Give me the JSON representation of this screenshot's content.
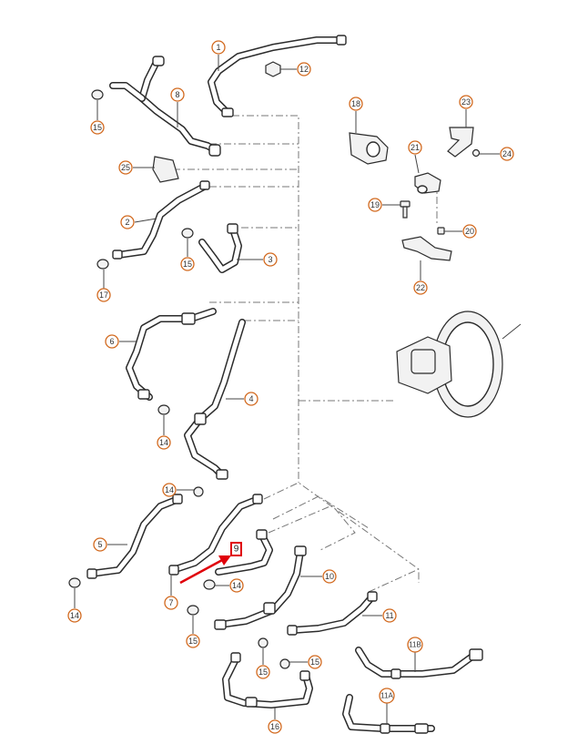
{
  "diagram": {
    "callouts": [
      {
        "id": "c1",
        "label": "1"
      },
      {
        "id": "c12",
        "label": "12"
      },
      {
        "id": "c8",
        "label": "8"
      },
      {
        "id": "c15a",
        "label": "15"
      },
      {
        "id": "c25",
        "label": "25"
      },
      {
        "id": "c2",
        "label": "2"
      },
      {
        "id": "c15b",
        "label": "15"
      },
      {
        "id": "c3",
        "label": "3"
      },
      {
        "id": "c17",
        "label": "17"
      },
      {
        "id": "c18",
        "label": "18"
      },
      {
        "id": "c23",
        "label": "23"
      },
      {
        "id": "c21",
        "label": "21"
      },
      {
        "id": "c24",
        "label": "24"
      },
      {
        "id": "c19",
        "label": "19"
      },
      {
        "id": "c20",
        "label": "20"
      },
      {
        "id": "c22",
        "label": "22"
      },
      {
        "id": "c6",
        "label": "6"
      },
      {
        "id": "c4",
        "label": "4"
      },
      {
        "id": "c14a",
        "label": "14"
      },
      {
        "id": "c14b",
        "label": "14"
      },
      {
        "id": "c5",
        "label": "5"
      },
      {
        "id": "c14c",
        "label": "14"
      },
      {
        "id": "c14d",
        "label": "14"
      },
      {
        "id": "c7",
        "label": "7"
      },
      {
        "id": "c10",
        "label": "10"
      },
      {
        "id": "c15c",
        "label": "15"
      },
      {
        "id": "c11",
        "label": "11"
      },
      {
        "id": "c15d",
        "label": "15"
      },
      {
        "id": "c15e",
        "label": "15"
      },
      {
        "id": "c11b",
        "label": "11B"
      },
      {
        "id": "c16",
        "label": "16"
      },
      {
        "id": "c11a",
        "label": "11A"
      }
    ],
    "highlighted": {
      "label": "9"
    },
    "colors": {
      "callout_ring": "#d2691e",
      "highlight": "#e0000a",
      "line": "#2b2b2b"
    }
  }
}
